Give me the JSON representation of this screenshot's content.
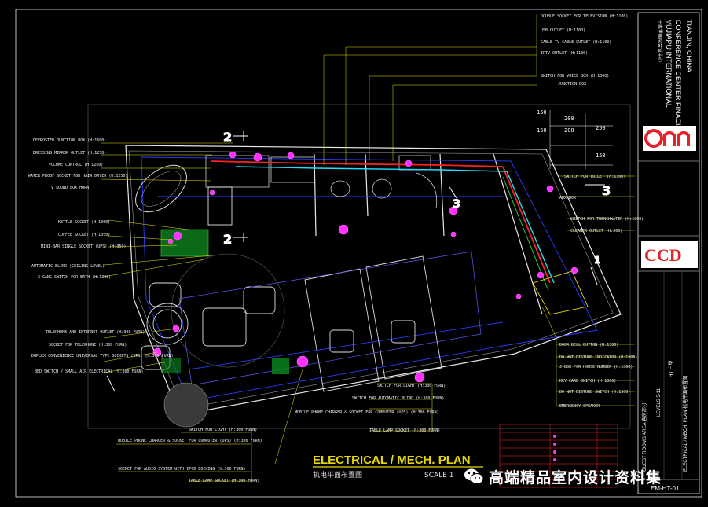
{
  "drawing": {
    "title": "ELECTRICAL / MECH. PLAN",
    "subtitle": "机电平面布置图",
    "scale_label": "SCALE 1",
    "section_markers": [
      "2",
      "2",
      "3",
      "3",
      "1"
    ],
    "dimensions": [
      "150",
      "150",
      "200",
      "200",
      "250",
      "150"
    ]
  },
  "top_notes": [
    "DOUBLE SOCKET FOR TELEVISION (H:1100)",
    "USB OUTLET (H:1100)",
    "CABLE-TV CABLE OUTLET (H:1100)",
    "IPTV OUTLET (H:1100)",
    "SWITCH FOR VOICE BOX (H:1300)",
    "JUNCTION BOX"
  ],
  "left_notes": [
    "DEFROSTER JUNCTION BOX (H:1600)",
    "DRESSING MIRROR OUTLET (H:1250)",
    "VOLUME CONTROL (H:1250)",
    "WATER PROOF SOCKET FOR HAIR DRYER (H:1250)",
    "TV SOUND BOX HORN",
    "KETTLE SOCKET (H:1050)",
    "COFFEE SOCKET (H:1050)",
    "MINI-BAR SINGLE SOCKET (UPS) (H:350)",
    "AUTOMATIC BLIND (CEILING LEVEL)",
    "2-GANG SWITCH FOR BATH (H:1300)",
    "TELEPHONE AND INTERNET OUTLET (H:300 FURN)",
    "SOCKET FOR TELEPHONE (H:300 FURN)",
    "DUPLEX CONVENIENCE UNIVERSAL TYPE SOCKETS (UPS) (H:300 FURN)",
    "BED SWITCH / SMALL AIR ELECTRICAL (H:300 FURN)"
  ],
  "bottom_notes": [
    "SWITCH FOR LIGHT (H:300 FURN)",
    "MOBILE PHONE CHARGER & SOCKET FOR COMPUTER (UPS) (H:300 FURN)",
    "SOCKET FOR AUDIO SYSTEM WITH IPOD DOCKING (H:300 FURN)",
    "TABLE LAMP SOCKET (H:300 FURN)"
  ],
  "center_notes": [
    "SWITCH FOR LIGHT (H:300 FURN)",
    "SWITCH FOR AUTOMATIC BLIND (H:300 FURN)",
    "MOBILE PHONE CHARGER & SOCKET FOR COMPUTER (UPS) (H:300 FURN)",
    "TABLE LAMP SOCKET (H:300 FURN)"
  ],
  "right_notes": [
    "SWITCH FOR TOILET (H:1300)",
    "AUX BOX",
    "SWITCH FOR TRENCHWATER (H:1300)",
    "CLEANER OUTLET (H:300)",
    "DOOR BELL BUTTON (H:1300)",
    "DO NOT DISTURB INDICATOR (H:1300)",
    "J-BOX FOR HOUSE NUMBER (H:1300)",
    "KEY CARD SWITCH (H:1300)",
    "DO NOT DISTURB SWITCH (H:1300)",
    "EMERGENCY SPEAKER"
  ],
  "title_block": {
    "project_cn": "于家堡国际会议中心",
    "project_en_1": "YUJIAPU INTERNATIONAL",
    "project_en_2": "CONFERENCE CENTER FINACIAL",
    "location": "TIANJIN, CHINA",
    "firm_logo": "CCD",
    "area_label": "GUEST ROOMS AREA 客房部分",
    "level": "LEVELS 5-11",
    "room_type": "HT 户型",
    "sheet_title": "ELECTRICAL / MECH. PLAN 机电平面布置图",
    "sheet_number": "EM-HT-01"
  },
  "watermark": {
    "text": "高端精品室内设计资料集"
  },
  "colors": {
    "background": "#000000",
    "wall": "#e8e8e8",
    "leader": "#e8e600",
    "symbol": "#ff33ff",
    "pipe_red": "#ff2020",
    "pipe_cyan": "#22e0ff",
    "ceiling_blue": "#2a3cff",
    "furniture": "#c8c8c8",
    "floor_green": "#0a8a1e",
    "legend_red": "#ff2020"
  }
}
